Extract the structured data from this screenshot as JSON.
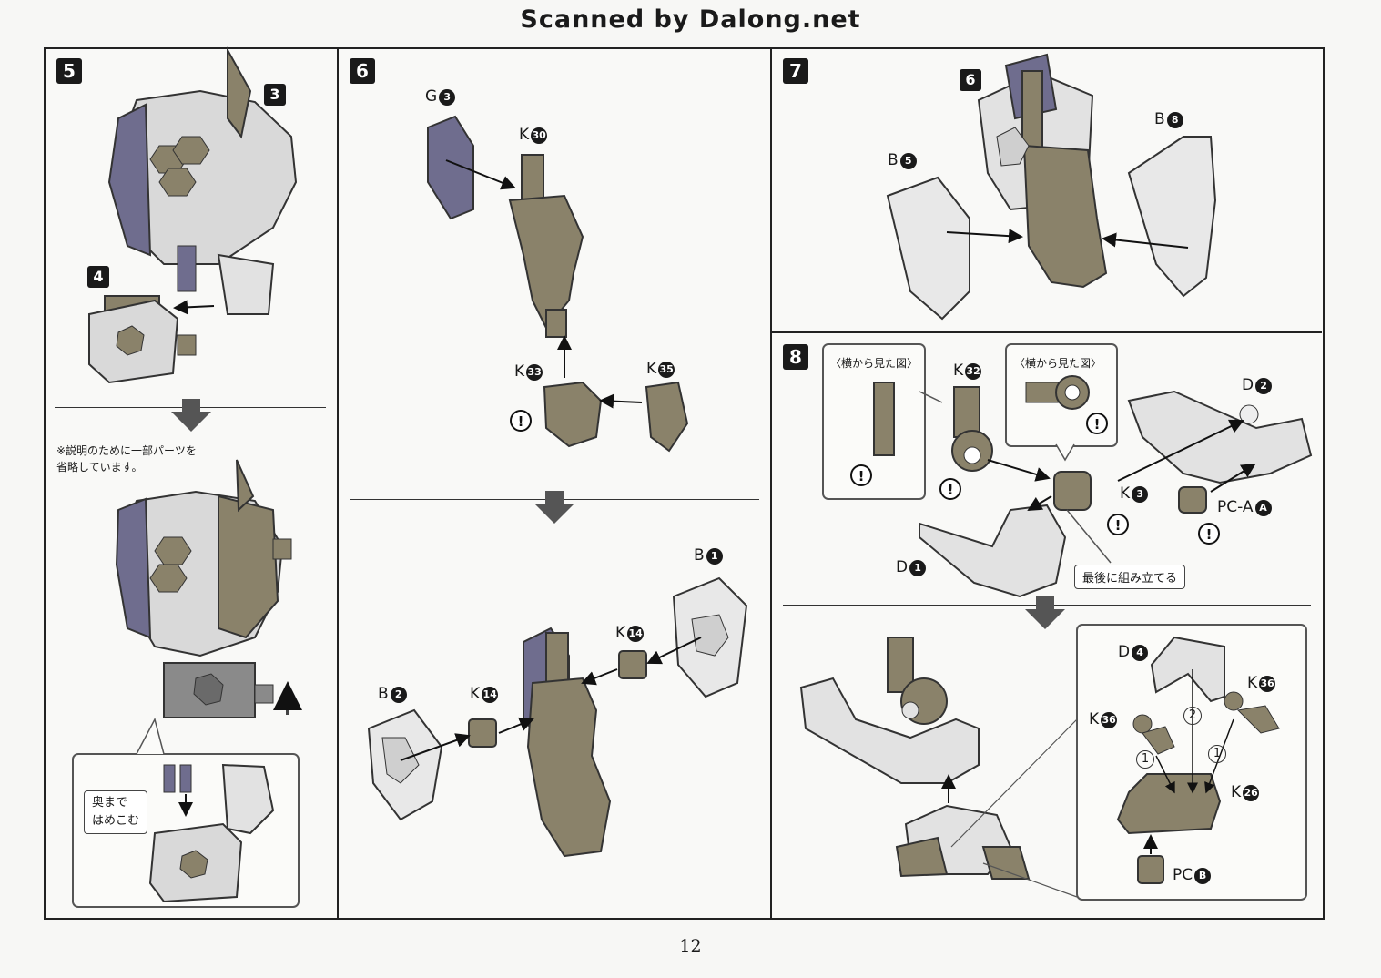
{
  "header": {
    "title": "Scanned by Dalong.net"
  },
  "page_number": "12",
  "steps": {
    "s5": {
      "number": "5",
      "note": "※説明のために一部パーツを\n省略しています。",
      "callout": "奥まで\nはめこむ",
      "labels": {
        "a": "3",
        "b": "4"
      }
    },
    "s6": {
      "number": "6",
      "labels": {
        "g3": "G",
        "g3n": "3",
        "k30": "K",
        "k30n": "30",
        "k33": "K",
        "k33n": "33",
        "k35": "K",
        "k35n": "35",
        "b1": "B",
        "b1n": "1",
        "k14a": "K",
        "k14an": "14",
        "b2": "B",
        "b2n": "2",
        "k14b": "K",
        "k14bn": "14"
      }
    },
    "s7": {
      "number": "7",
      "labels": {
        "six": "6",
        "b5": "B",
        "b5n": "5",
        "b8": "B",
        "b8n": "8"
      }
    },
    "s8": {
      "number": "8",
      "side_view_1": "〈横から見た図〉",
      "side_view_2": "〈横から見た図〉",
      "assemble_last": "最後に組み立てる",
      "labels": {
        "k32": "K",
        "k32n": "32",
        "d2": "D",
        "d2n": "2",
        "k3": "K",
        "k3n": "3",
        "pca": "PC-A",
        "pcan": "A",
        "d1": "D",
        "d1n": "1",
        "d4": "D",
        "d4n": "4",
        "k36a": "K",
        "k36an": "36",
        "k36b": "K",
        "k36bn": "36",
        "k26": "K",
        "k26n": "26",
        "pcb": "PC",
        "pcbn": "B",
        "o1a": "1",
        "o2": "2",
        "o1b": "1"
      }
    }
  }
}
